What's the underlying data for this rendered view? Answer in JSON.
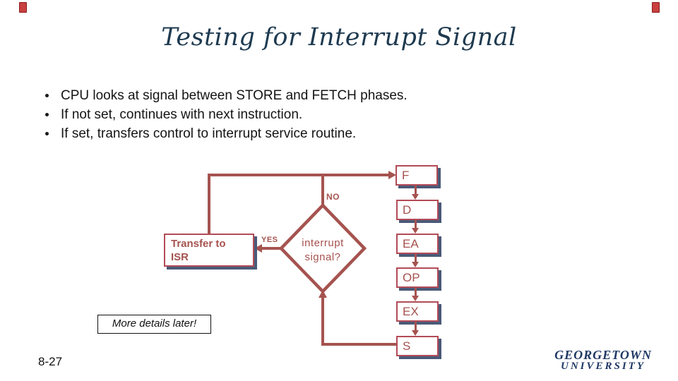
{
  "slide": {
    "title": "Testing for Interrupt Signal",
    "bullets": [
      "CPU looks at signal between STORE and FETCH phases.",
      "If not set, continues with next instruction.",
      "If set, transfers control to interrupt service routine."
    ],
    "note": "More details later!",
    "page_number": "8-27",
    "logo": {
      "line1": "GEORGETOWN",
      "line2": "UNIVERSITY"
    },
    "colors": {
      "title_text": "#1e3a50",
      "flow_line": "#a5534f",
      "box_border": "#b24b57",
      "box_shadow": "#4a5a78",
      "logo_navy": "#1f3864",
      "accent_red": "#c94040",
      "body_text": "#141414"
    }
  },
  "flowchart": {
    "stages": [
      {
        "label": "F"
      },
      {
        "label": "D"
      },
      {
        "label": "EA"
      },
      {
        "label": "OP"
      },
      {
        "label": "EX"
      },
      {
        "label": "S"
      }
    ],
    "decision": {
      "line1": "interrupt",
      "line2": "signal?"
    },
    "transfer_box": {
      "line1": "Transfer to",
      "line2": "ISR"
    },
    "branch_labels": {
      "no": "NO",
      "yes": "YES"
    }
  }
}
